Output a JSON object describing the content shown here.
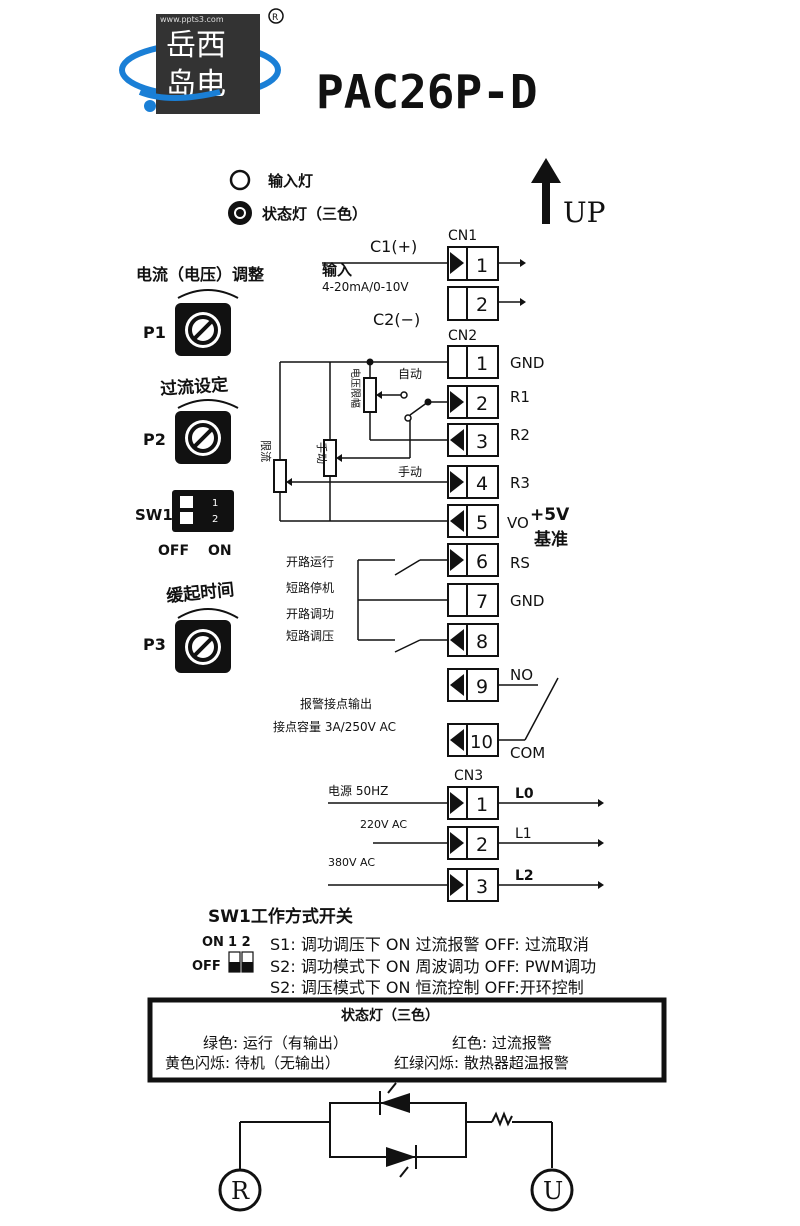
{
  "header": {
    "logo_text_line1": "岳西",
    "logo_text_line2": "岛电",
    "logo_url_text": "www.ppts3.com",
    "registered_mark": "R",
    "model": "PAC26P-D"
  },
  "legend": {
    "input_lamp": "输入灯",
    "status_lamp": "状态灯（三色）"
  },
  "up_label": "UP",
  "controls": {
    "p1_title": "电流（电压）调整",
    "p1_label": "P1",
    "p2_title": "过流设定",
    "p2_label": "P2",
    "sw1_label": "SW1",
    "sw1_off": "OFF",
    "sw1_on": "ON",
    "sw1_pin1": "1",
    "sw1_pin2": "2",
    "p3_title": "缓起时间",
    "p3_label": "P3"
  },
  "cn1": {
    "title": "CN1",
    "c1": "C1(+)",
    "c2": "C2(−)",
    "input_label": "输入",
    "input_range": "4-20mA/0-10V",
    "pins": [
      "1",
      "2"
    ]
  },
  "cn2": {
    "title": "CN2",
    "pins": [
      "1",
      "2",
      "3",
      "4",
      "5",
      "6",
      "7",
      "8",
      "9",
      "10"
    ],
    "labels": {
      "gnd1": "GND",
      "r1": "R1",
      "r2": "R2",
      "r3": "R3",
      "vo": "VO",
      "plus5v": "+5V",
      "ref": "基准",
      "rs": "RS",
      "gnd7": "GND",
      "no": "NO",
      "com": "COM"
    },
    "auto": "自动",
    "manual": "手动",
    "manual2": "手动",
    "limit_flow": "限流",
    "voltage_limit": "电压限幅",
    "open_run": "开路运行",
    "short_stop": "短路停机",
    "open_power": "开路调功",
    "short_voltage": "短路调压",
    "alarm_out": "报警接点输出",
    "contact_cap": "接点容量 3A/250V  AC"
  },
  "cn3": {
    "title": "CN3",
    "pins": [
      "1",
      "2",
      "3"
    ],
    "power_label": "电源 50HZ",
    "v220": "220V AC",
    "v380": "380V AC",
    "l0": "L0",
    "l1": "L1",
    "l2": "L2"
  },
  "sw1_table": {
    "title": "SW1工作方式开关",
    "on_label": "ON",
    "off_label": "OFF",
    "cols": "1 2",
    "rows": [
      "S1: 调功调压下 ON 过流报警 OFF: 过流取消",
      "S2: 调功模式下 ON 周波调功 OFF: PWM调功",
      "S2: 调压模式下 ON 恒流控制 OFF:开环控制"
    ]
  },
  "status_box": {
    "title": "状态灯（三色）",
    "green": "绿色: 运行（有输出）",
    "red": "红色: 过流报警",
    "yellow": "黄色闪烁: 待机（无输出）",
    "redgreen": "红绿闪烁: 散热器超温报警"
  },
  "bottom": {
    "r_label": "R",
    "u_label": "U"
  }
}
